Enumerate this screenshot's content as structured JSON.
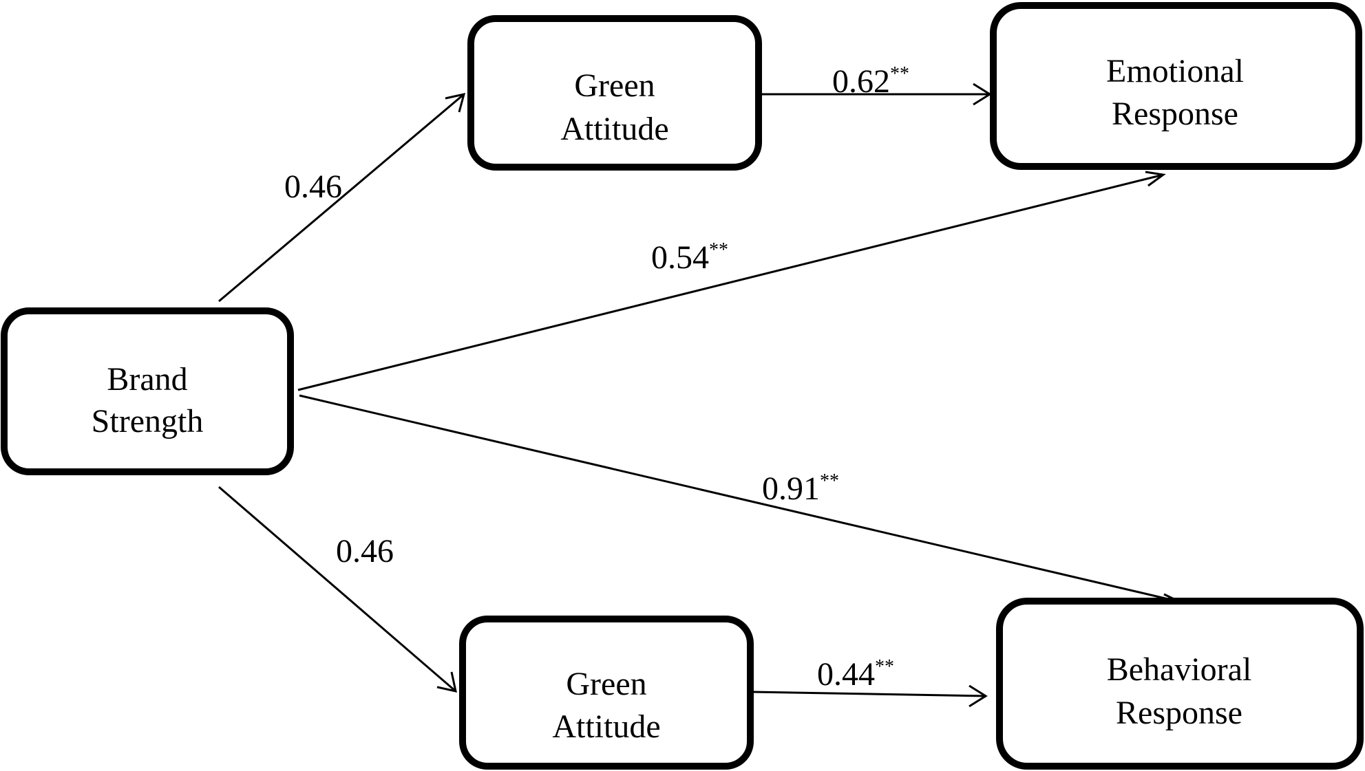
{
  "nodes": {
    "brand_strength": {
      "line1": "Brand",
      "line2": "Strength"
    },
    "green_attitude_top": {
      "line1": "Green",
      "line2": "Attitude"
    },
    "emotional_response": {
      "line1": "Emotional",
      "line2": "Response"
    },
    "green_attitude_bottom": {
      "line1": "Green",
      "line2": "Attitude"
    },
    "behavioral_response": {
      "line1": "Behavioral",
      "line2": "Response"
    }
  },
  "edges": {
    "bs_to_ga_top": {
      "value": "0.46",
      "sig": ""
    },
    "ga_top_to_er": {
      "value": "0.62",
      "sig": "**"
    },
    "bs_to_er": {
      "value": "0.54",
      "sig": "**"
    },
    "bs_to_br": {
      "value": "0.91",
      "sig": "**"
    },
    "bs_to_ga_bottom": {
      "value": "0.46",
      "sig": ""
    },
    "ga_bottom_to_br": {
      "value": "0.44",
      "sig": "**"
    }
  }
}
